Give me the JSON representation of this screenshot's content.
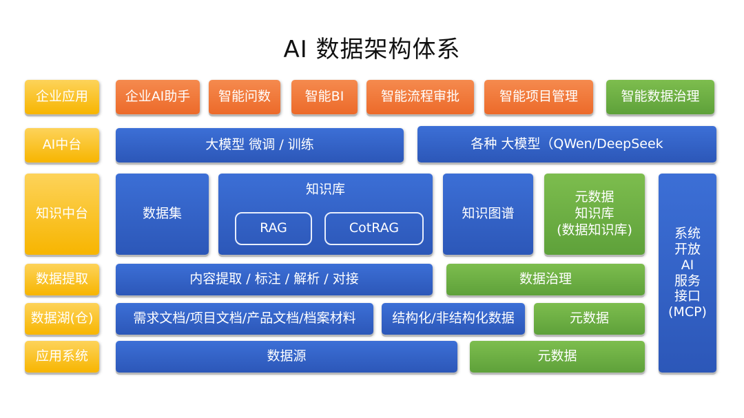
{
  "title": "AI 数据架构体系",
  "layers": {
    "enterprise_app": "企业应用",
    "ai_platform": "AI中台",
    "knowledge_platform": "知识中台",
    "data_extraction": "数据提取",
    "data_lake": "数据湖(仓)",
    "app_system": "应用系统"
  },
  "enterprise_apps": {
    "assistant": "企业AI助手",
    "qa": "智能问数",
    "bi": "智能BI",
    "workflow": "智能流程审批",
    "project": "智能项目管理",
    "governance": "智能数据治理"
  },
  "ai_platform": {
    "finetune": "大模型 微调 / 训练",
    "models": "各种 大模型（QWen/DeepSeek"
  },
  "knowledge_platform": {
    "dataset": "数据集",
    "kb_title": "知识库",
    "rag": "RAG",
    "cotrag": "CotRAG",
    "graph": "知识图谱",
    "meta_kb_1": "元数据",
    "meta_kb_2": "知识库",
    "meta_kb_3": "(数据知识库)"
  },
  "extraction": {
    "pipeline": "内容提取 / 标注 / 解析 / 对接",
    "governance": "数据治理"
  },
  "data_lake": {
    "docs": "需求文档/项目文档/产品文档/档案材料",
    "structured": "结构化/非结构化数据",
    "metadata": "元数据"
  },
  "app_system": {
    "source": "数据源",
    "metadata": "元数据"
  },
  "api": {
    "line1": "系统",
    "line2": "开放",
    "line3": "AI",
    "line4": "服务",
    "line5": "接口",
    "line6": "(MCP)"
  }
}
